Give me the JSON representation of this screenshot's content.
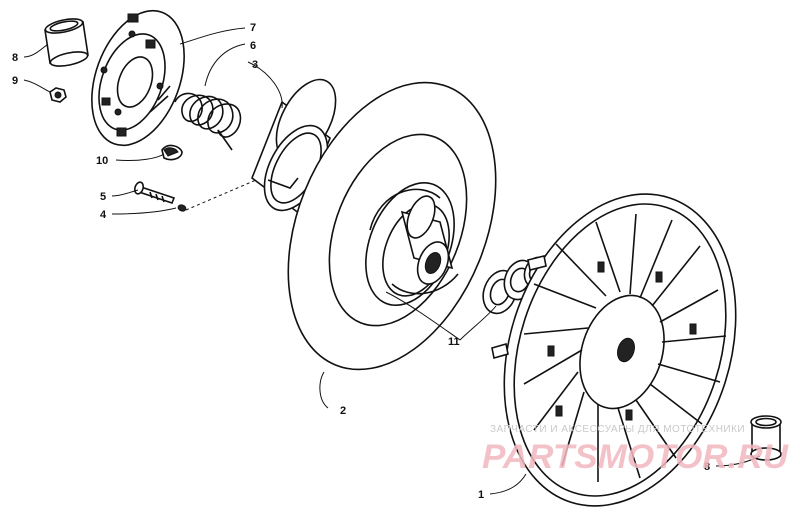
{
  "callouts": {
    "c1": "1",
    "c2": "2",
    "c3": "3",
    "c4": "4",
    "c5": "5",
    "c6": "6",
    "c7": "7",
    "c8a": "8",
    "c8b": "8",
    "c9": "9",
    "c10": "10",
    "c11": "11"
  },
  "watermark": {
    "caption": "ЗАПЧАСТИ И АКСЕССУАРЫ ДЛЯ МОТОТЕХНИКИ",
    "brand": "PARTSMOTOR.RU"
  }
}
